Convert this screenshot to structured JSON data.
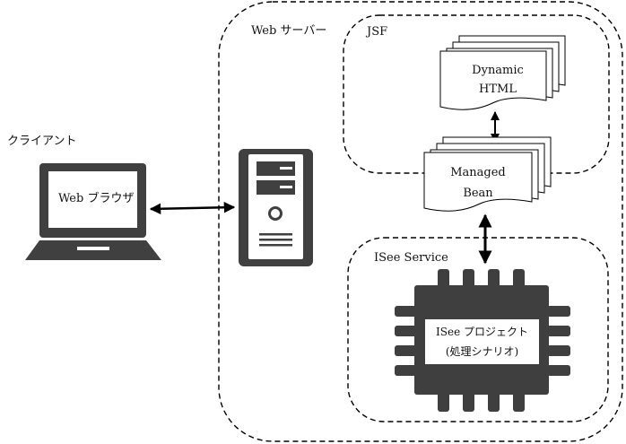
{
  "client": {
    "label": "クライアント",
    "browser_label": "Web ブラウザ"
  },
  "web_server": {
    "label": "Web サーバー"
  },
  "jsf": {
    "label": "JSF",
    "dynamic_html": [
      "Dynamic",
      "HTML"
    ]
  },
  "managed_bean": {
    "lines": [
      "Managed",
      "Bean"
    ]
  },
  "isee_service": {
    "label": "ISee Service",
    "chip_lines": [
      "ISee プロジェクト",
      "(処理シナリオ)"
    ]
  },
  "colors": {
    "device": "#404040",
    "chip": "#3f3f3f",
    "line": "#000000"
  }
}
